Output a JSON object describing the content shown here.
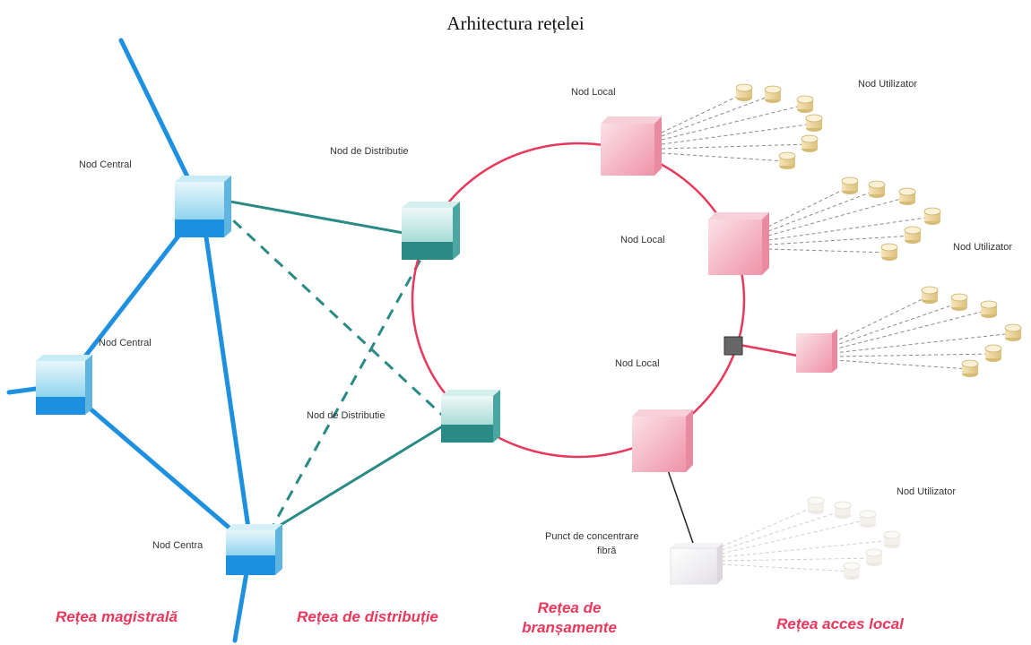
{
  "title": "Arhitectura rețelei",
  "labels": {
    "nod_central_1": "Nod Central",
    "nod_central_2": "Nod Central",
    "nod_central_3": "Nod Centra",
    "nod_distributie_1": "Nod de Distributie",
    "nod_distributie_2": "Nod de Distributie",
    "nod_local_1": "Nod Local",
    "nod_local_2": "Nod Local",
    "nod_local_3": "Nod Local",
    "nod_utilizator_1": "Nod Utilizator",
    "nod_utilizator_2": "Nod Utilizator",
    "nod_utilizator_3": "Nod Utilizator",
    "punct_concentrare_line1": "Punct de concentrare",
    "punct_concentrare_line2": "fibră"
  },
  "sections": {
    "magistrala": "Rețea magistrală",
    "distributie": "Rețea de distribuție",
    "bransamente_line1": "Rețea de",
    "bransamente_line2": "branșamente",
    "acces_local": "Rețea acces local"
  },
  "colors": {
    "backbone": "#1e90e0",
    "distribution": "#2a8a86",
    "ring": "#e8385c",
    "section_text": "#e8385c"
  }
}
